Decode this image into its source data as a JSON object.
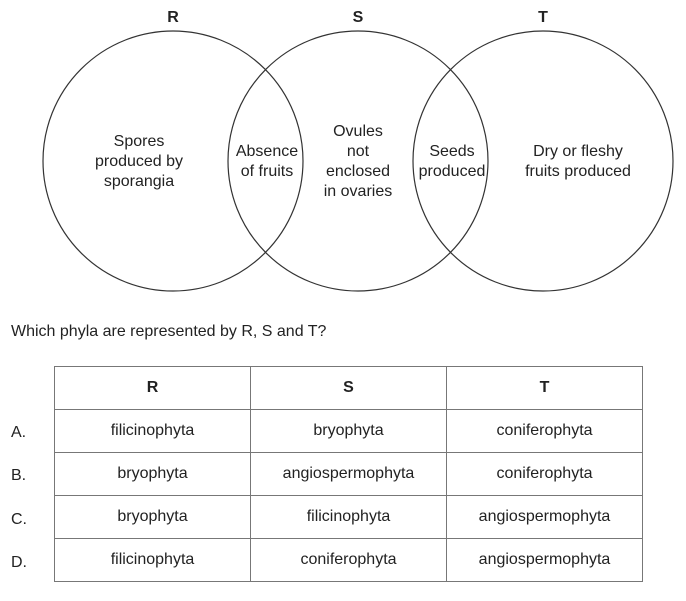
{
  "venn": {
    "labels": [
      "R",
      "S",
      "T"
    ],
    "regions": {
      "r_only": [
        "Spores",
        "produced by",
        "sporangia"
      ],
      "r_s": [
        "Absence",
        "of fruits"
      ],
      "s_only": [
        "Ovules",
        "not",
        "enclosed",
        "in ovaries"
      ],
      "s_t": [
        "Seeds",
        "produced"
      ],
      "t_only": [
        "Dry or fleshy",
        "fruits produced"
      ]
    },
    "stroke_color": "#333333"
  },
  "question": "Which phyla are represented by R, S and T?",
  "table": {
    "headers": [
      "R",
      "S",
      "T"
    ],
    "rows": [
      {
        "letter": "A.",
        "cells": [
          "filicinophyta",
          "bryophyta",
          "coniferophyta"
        ]
      },
      {
        "letter": "B.",
        "cells": [
          "bryophyta",
          "angiospermophyta",
          "coniferophyta"
        ]
      },
      {
        "letter": "C.",
        "cells": [
          "bryophyta",
          "filicinophyta",
          "angiospermophyta"
        ]
      },
      {
        "letter": "D.",
        "cells": [
          "filicinophyta",
          "coniferophyta",
          "angiospermophyta"
        ]
      }
    ]
  }
}
